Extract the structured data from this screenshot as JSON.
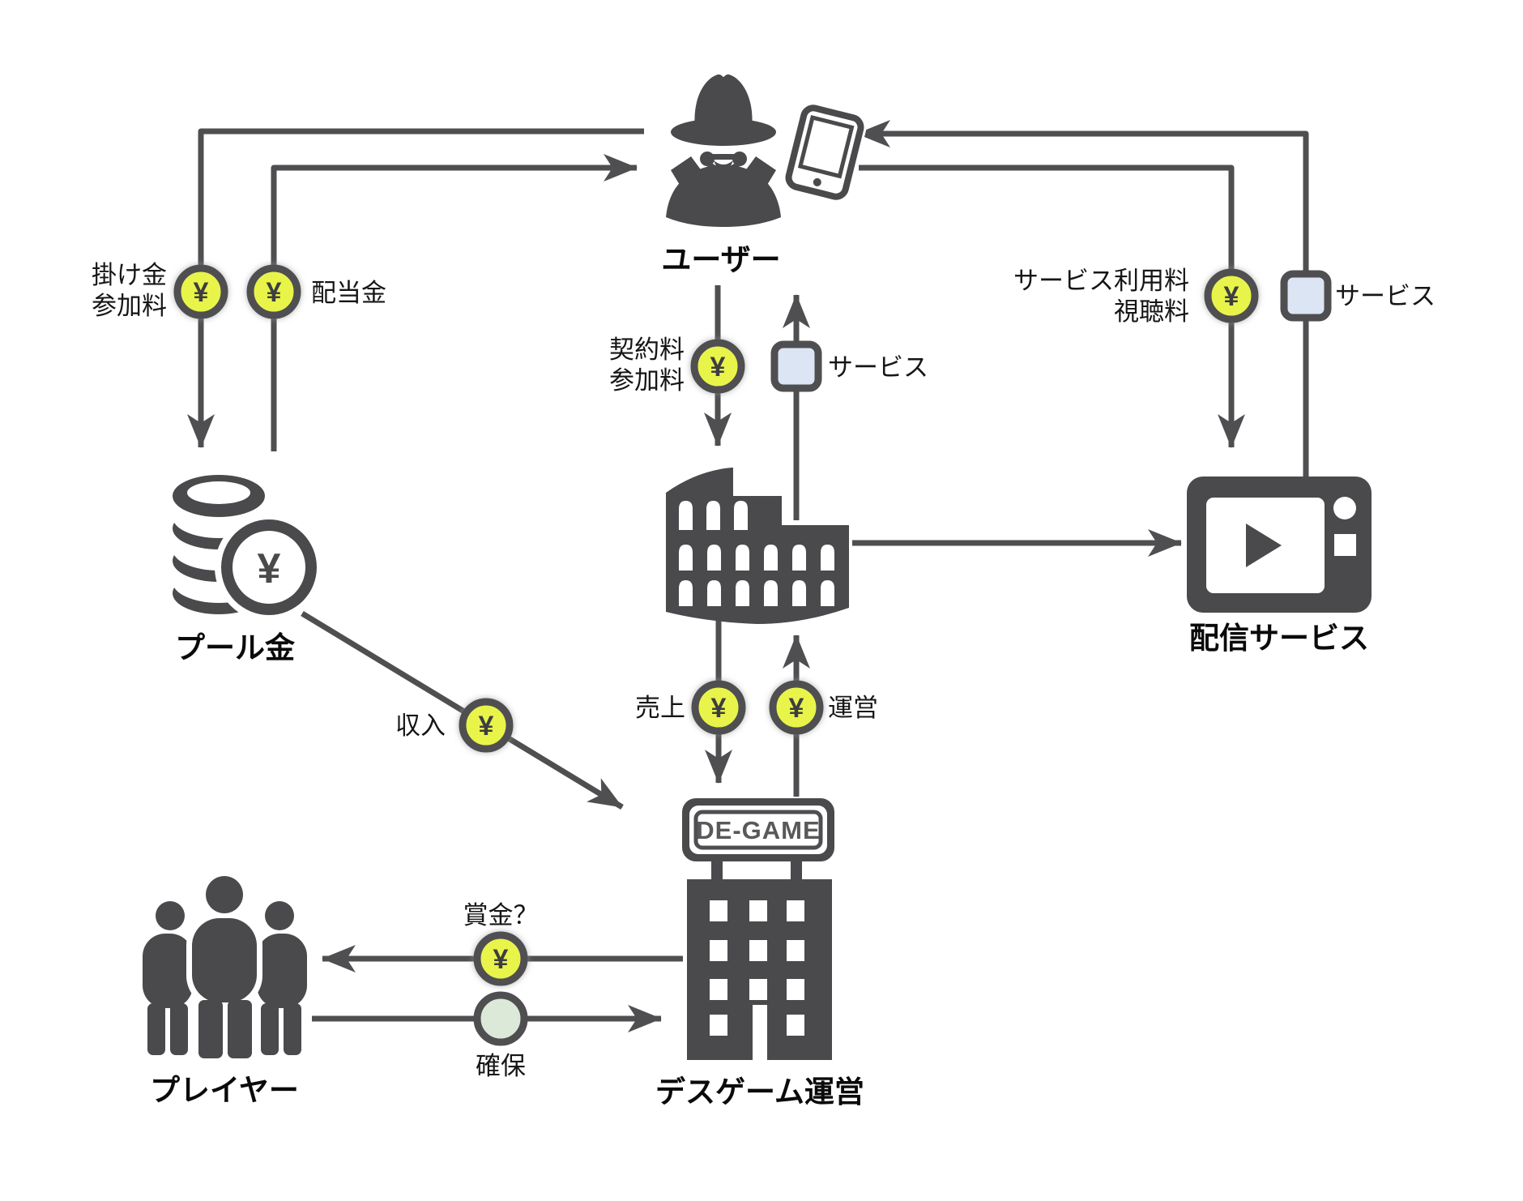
{
  "nodes": {
    "user": {
      "label": "ユーザー"
    },
    "pool": {
      "label": "プール金"
    },
    "streaming": {
      "label": "配信サービス"
    },
    "death_game_operator": {
      "label": "デスゲーム運営",
      "sign_text": "DE-GAME"
    },
    "players": {
      "label": "プレイヤー"
    }
  },
  "flows": {
    "bet": {
      "line1": "掛け金",
      "line2": "参加料"
    },
    "dividend": {
      "label": "配当金"
    },
    "contract": {
      "line1": "契約料",
      "line2": "参加料"
    },
    "service_to_user": {
      "label": "サービス"
    },
    "service_fee": {
      "line1": "サービス利用料",
      "line2": "視聴料"
    },
    "service_from_streaming": {
      "label": "サービス"
    },
    "sales": {
      "label": "売上"
    },
    "operation": {
      "label": "運営"
    },
    "income": {
      "label": "収入"
    },
    "prize": {
      "label": "賞金？"
    },
    "secure": {
      "label": "確保"
    }
  },
  "symbols": {
    "yen": "¥"
  },
  "colors": {
    "line": "#4f4f51",
    "icon": "#4a4a4c",
    "coin_fill": "#e9f44c",
    "service_box_fill": "#dbe5f4",
    "secure_circle_fill": "#dce8d8",
    "text": "#161616"
  }
}
